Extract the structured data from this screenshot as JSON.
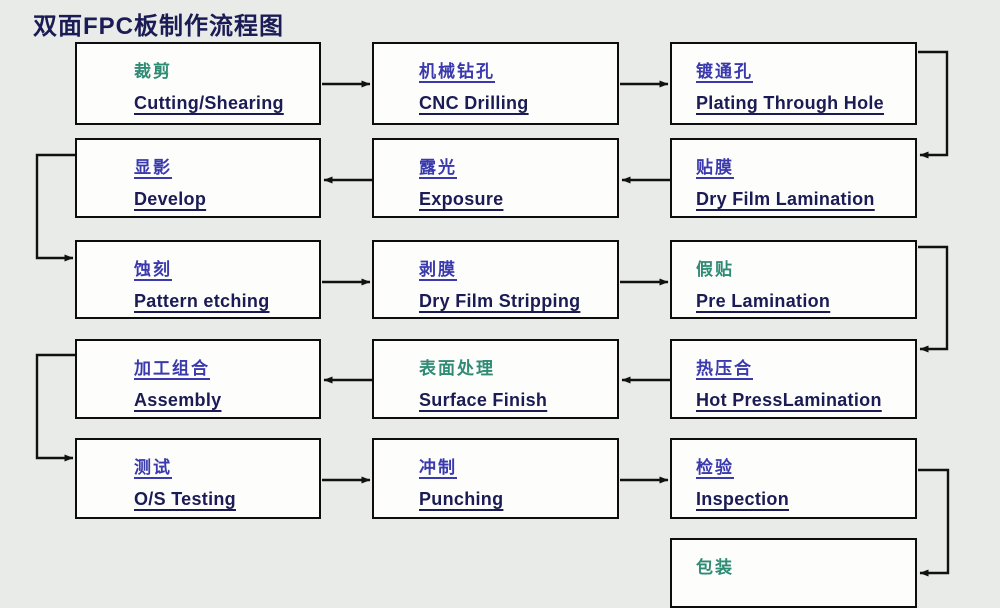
{
  "title": "双面FPC板制作流程图",
  "colors": {
    "bg": "#e8ebe7",
    "box": "#fdfdfc",
    "navy": "#1b1b55",
    "blue": "#3a3aae",
    "teal": "#2e8b74",
    "line": "#111111"
  },
  "nodes": [
    {
      "zh": "裁剪",
      "en": "Cutting/Shearing",
      "color": "teal",
      "underline": false
    },
    {
      "zh": "机械钻孔",
      "en": "CNC Drilling",
      "color": "blue",
      "underline": true
    },
    {
      "zh": "镀通孔",
      "en": "Plating Through Hole",
      "color": "blue",
      "underline": true
    },
    {
      "zh": "显影",
      "en": "Develop",
      "color": "blue",
      "underline": true
    },
    {
      "zh": "露光",
      "en": "Exposure",
      "color": "blue",
      "underline": true
    },
    {
      "zh": "贴膜",
      "en": "Dry Film Lamination",
      "color": "blue",
      "underline": true
    },
    {
      "zh": "蚀刻",
      "en": "Pattern etching",
      "color": "blue",
      "underline": true
    },
    {
      "zh": "剥膜",
      "en": "Dry Film Stripping",
      "color": "blue",
      "underline": true
    },
    {
      "zh": "假贴",
      "en": "Pre Lamination",
      "color": "teal",
      "underline": false
    },
    {
      "zh": "加工组合",
      "en": "Assembly",
      "color": "blue",
      "underline": true
    },
    {
      "zh": "表面处理",
      "en": "Surface  Finish",
      "color": "teal",
      "underline": false
    },
    {
      "zh": "热压合",
      "en": "Hot PressLamination",
      "color": "blue",
      "underline": true
    },
    {
      "zh": "测试",
      "en": "O/S Testing",
      "color": "blue",
      "underline": true
    },
    {
      "zh": "冲制",
      "en": "Punching",
      "color": "blue",
      "underline": true
    },
    {
      "zh": "检验",
      "en": "Inspection",
      "color": "blue",
      "underline": true
    },
    {
      "zh": "包装",
      "en": "",
      "color": "teal",
      "underline": false
    }
  ]
}
